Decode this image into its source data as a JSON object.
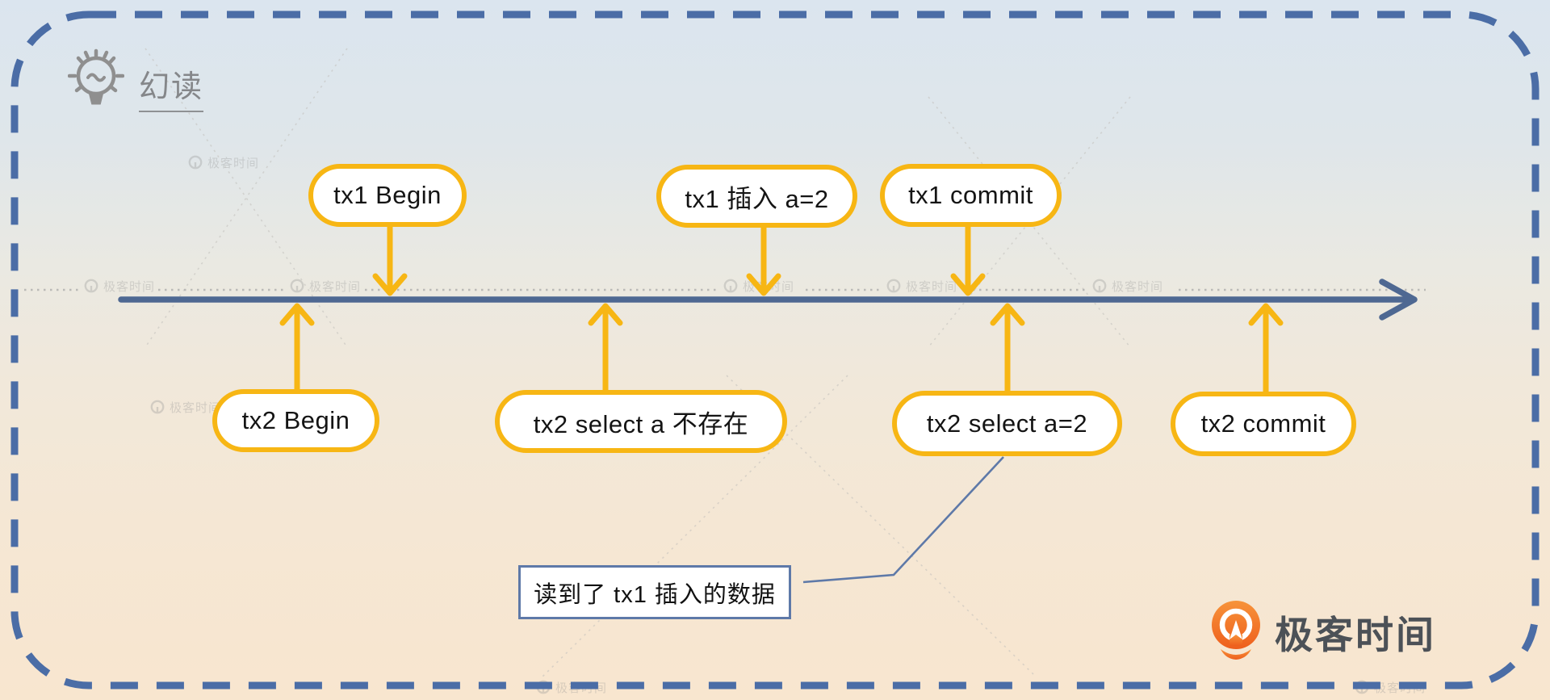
{
  "header": {
    "icon": "lightbulb-icon",
    "title": "幻读"
  },
  "diagram": {
    "type": "transaction-timeline",
    "accent_yellow": "#f7b614",
    "timeline_blue": "#4e6892",
    "border_blue": "#4b6da6",
    "callout_blue": "#5e79a8",
    "events": [
      {
        "label": "tx1 Begin",
        "row": "above",
        "order": 1
      },
      {
        "label": "tx1 插入 a=2",
        "row": "above",
        "order": 4
      },
      {
        "label": "tx1 commit",
        "row": "above",
        "order": 5
      },
      {
        "label": "tx2 Begin",
        "row": "below",
        "order": 2
      },
      {
        "label": "tx2 select a 不存在",
        "row": "below",
        "order": 3
      },
      {
        "label": "tx2 select a=2",
        "row": "below",
        "order": 6
      },
      {
        "label": "tx2 commit",
        "row": "below",
        "order": 7
      }
    ],
    "callout": {
      "text": "读到了 tx1 插入的数据",
      "points_to": "tx2 select a=2"
    }
  },
  "watermark": {
    "icon": "geektime-mini-logo-icon",
    "label": "极客时间"
  },
  "brand": {
    "icon": "geektime-logo-icon",
    "logo_text": "极客时间",
    "orange": "#f26d21"
  }
}
